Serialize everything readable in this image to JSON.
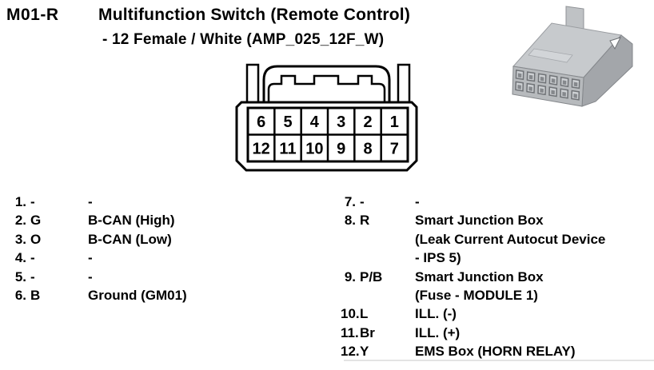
{
  "header": {
    "code": "M01-R",
    "title": "Multifunction Switch (Remote Control)",
    "subtitle": "- 12 Female / White (AMP_025_12F_W)"
  },
  "connector_diagram": {
    "pin_rows": [
      [
        "6",
        "5",
        "4",
        "3",
        "2",
        "1"
      ],
      [
        "12",
        "11",
        "10",
        "9",
        "8",
        "7"
      ]
    ]
  },
  "pinout": {
    "left": [
      {
        "pin": "1.",
        "code": "-",
        "desc": [
          "-"
        ]
      },
      {
        "pin": "2.",
        "code": "G",
        "desc": [
          "B-CAN (High)"
        ]
      },
      {
        "pin": "3.",
        "code": "O",
        "desc": [
          "B-CAN (Low)"
        ]
      },
      {
        "pin": "4.",
        "code": "-",
        "desc": [
          "-"
        ]
      },
      {
        "pin": "5.",
        "code": "-",
        "desc": [
          "-"
        ]
      },
      {
        "pin": "6.",
        "code": "B",
        "desc": [
          "Ground (GM01)"
        ]
      }
    ],
    "right": [
      {
        "pin": "7.",
        "code": "-",
        "desc": [
          "-"
        ]
      },
      {
        "pin": "8.",
        "code": "R",
        "desc": [
          "Smart Junction Box",
          "(Leak Current Autocut Device",
          "- IPS 5)"
        ]
      },
      {
        "pin": "9.",
        "code": "P/B",
        "desc": [
          "Smart Junction Box",
          "(Fuse - MODULE 1)"
        ]
      },
      {
        "pin": "10.",
        "code": "L",
        "desc": [
          "ILL. (-)"
        ]
      },
      {
        "pin": "11.",
        "code": "Br",
        "desc": [
          "ILL. (+)"
        ]
      },
      {
        "pin": "12.",
        "code": "Y",
        "desc": [
          "EMS Box (HORN RELAY)"
        ]
      }
    ]
  },
  "colors": {
    "line": "#000000",
    "photo_top": "#c7cacd",
    "photo_front": "#b7babd",
    "photo_side": "#a3a6aa",
    "photo_tab": "#bfc2c5",
    "photo_hole_dark": "#6f7276",
    "photo_hole_light": "#cdd0d3",
    "photo_hole_inner": "#85888c",
    "photo_edge": "#84878b"
  }
}
